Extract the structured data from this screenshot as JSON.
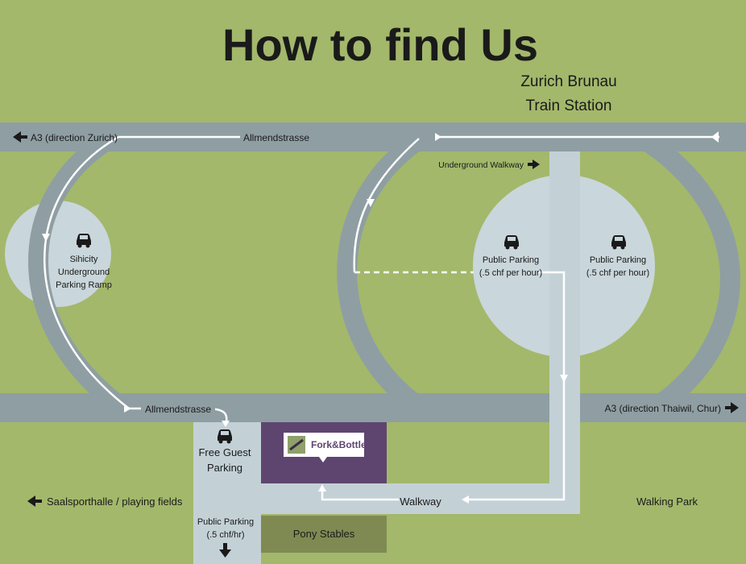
{
  "title": "How to find Us",
  "station": {
    "line1": "Zurich Brunau",
    "line2": "Train Station"
  },
  "roads": {
    "top_street": "Allmendstrasse",
    "bottom_street": "Allmendstrasse",
    "a3_zurich": "A3 (direction Zurich)",
    "a3_thalwil": "A3 (direction Thaiwil, Chur)"
  },
  "labels": {
    "underground_walkway": "Underground Walkway",
    "walkway": "Walkway",
    "walking_park": "Walking Park",
    "saalsporthalle": "Saalsporthalle / playing fields",
    "pony_stables": "Pony Stables"
  },
  "parking": {
    "sihlcity": [
      "Sihicity",
      "Underground",
      "Parking Ramp"
    ],
    "public_1": [
      "Public Parking",
      "(.5 chf per hour)"
    ],
    "public_2": [
      "Public Parking",
      "(.5 chf per hour)"
    ],
    "free_guest": [
      "Free Guest",
      "Parking"
    ],
    "public_south": [
      "Public Parking",
      "(.5 chf/hr)"
    ]
  },
  "restaurant": {
    "name": "Fork&Bottle"
  },
  "colors": {
    "grass": "#a3b86b",
    "road": "#8f9ea3",
    "path": "#c3d1d7",
    "circle": "#c9d6db",
    "restaurant": "#5e4570",
    "stables": "#7f8a52",
    "route": "#ffffff"
  },
  "icons": [
    "car-icon",
    "arrow-left-icon",
    "arrow-right-icon",
    "arrow-down-icon"
  ]
}
